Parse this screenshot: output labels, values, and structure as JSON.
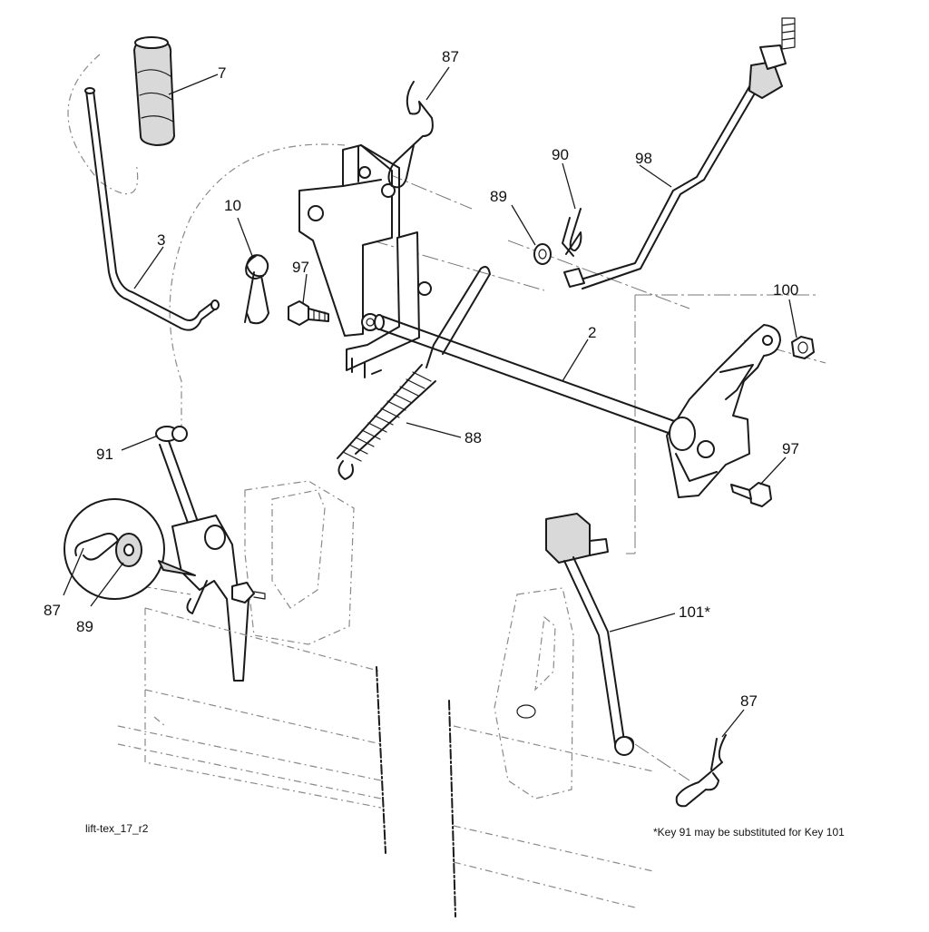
{
  "diagram_id": "lift-tex_17_r2",
  "footnote": "*Key 91 may be substituted for Key 101",
  "callouts": {
    "c7": "7",
    "c87a": "87",
    "c90": "90",
    "c98": "98",
    "c89a": "89",
    "c10": "10",
    "c3": "3",
    "c97a": "97",
    "c100": "100",
    "c2": "2",
    "c88": "88",
    "c91": "91",
    "c97b": "97",
    "c87b": "87",
    "c89b": "89",
    "c101": "101*",
    "c87c": "87"
  }
}
